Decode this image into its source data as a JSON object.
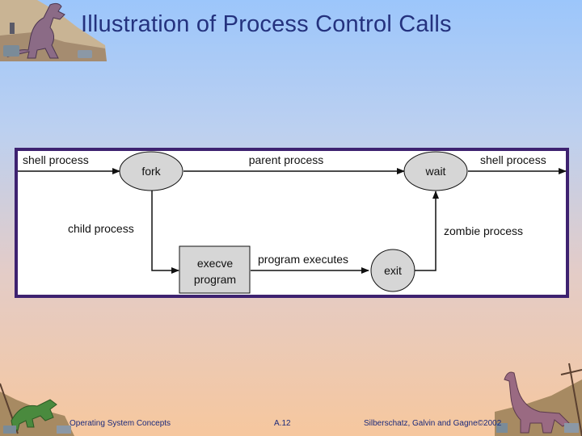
{
  "slide": {
    "title": "Illustration of Process Control Calls",
    "footer": {
      "left": "Operating System Concepts",
      "center": "A.12",
      "right": "Silberschatz, Galvin and  Gagne©2002"
    }
  },
  "diagram": {
    "nodes": {
      "fork": "fork",
      "wait": "wait",
      "exit": "exit",
      "execve_line1": "execve",
      "execve_line2": "program"
    },
    "labels": {
      "shell_left": "shell process",
      "parent": "parent process",
      "shell_right": "shell process",
      "child": "child process",
      "zombie": "zombie process",
      "program_exec": "program executes"
    }
  },
  "colors": {
    "frame": "#3e2270",
    "node_fill": "#d6d6d6",
    "title": "#24327e"
  }
}
